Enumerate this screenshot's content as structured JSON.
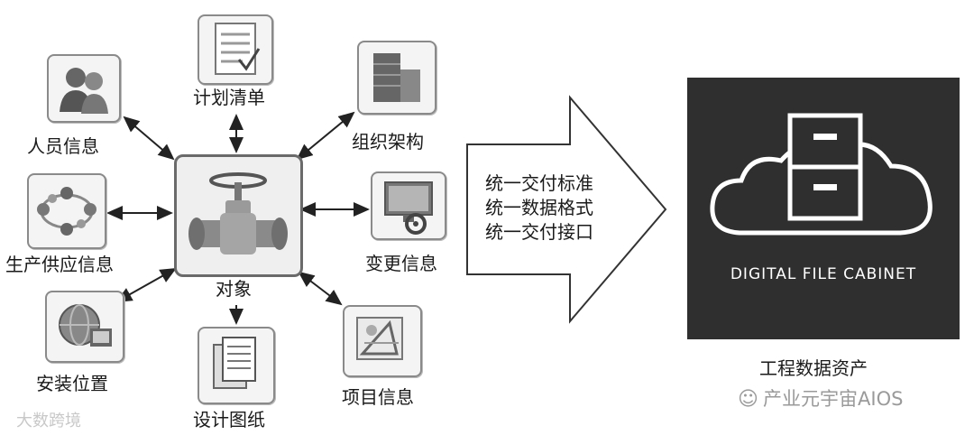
{
  "center": {
    "label": "对象",
    "icon": "valve-icon"
  },
  "nodes": {
    "plan_list": {
      "label": "计划清单",
      "icon": "checklist-icon"
    },
    "personnel": {
      "label": "人员信息",
      "icon": "people-icon"
    },
    "organization": {
      "label": "组织架构",
      "icon": "building-icon"
    },
    "supply": {
      "label": "生产供应信息",
      "icon": "network-people-icon"
    },
    "change": {
      "label": "变更信息",
      "icon": "monitor-gear-icon"
    },
    "install": {
      "label": "安装位置",
      "icon": "globe-icon"
    },
    "project": {
      "label": "项目信息",
      "icon": "drafting-icon"
    },
    "drawings": {
      "label": "设计图纸",
      "icon": "documents-icon"
    }
  },
  "standards": [
    "统一交付标准",
    "统一数据格式",
    "统一交付接口"
  ],
  "cabinet": {
    "title": "DIGITAL FILE CABINET",
    "caption": "工程数据资产",
    "icon": "cloud-cabinet-icon"
  },
  "watermarks": {
    "left": "大数跨境",
    "right": "产业元宇宙AIOS"
  },
  "colors": {
    "cabinet_bg": "#2f2f2f",
    "line": "#222222"
  }
}
